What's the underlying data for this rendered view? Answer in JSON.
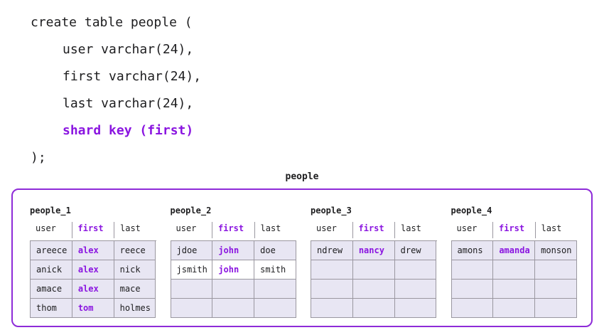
{
  "code": {
    "lines": [
      {
        "text": "create table people (",
        "indent": 0,
        "purple": false
      },
      {
        "text": "user varchar(24),",
        "indent": 1,
        "purple": false
      },
      {
        "text": "first varchar(24),",
        "indent": 1,
        "purple": false
      },
      {
        "text": "last varchar(24),",
        "indent": 1,
        "purple": false
      },
      {
        "text": "shard key (first)",
        "indent": 1,
        "purple": true
      },
      {
        "text": ");",
        "indent": 0,
        "purple": false
      }
    ]
  },
  "cluster": {
    "label": "people",
    "shard_key_column": "first",
    "columns": [
      "user",
      "first",
      "last"
    ],
    "shards": [
      {
        "name": "people_1",
        "rows": [
          {
            "cells": [
              "areece",
              "alex",
              "reece"
            ],
            "bg": "lavender"
          },
          {
            "cells": [
              "anick",
              "alex",
              "nick"
            ],
            "bg": "lavender"
          },
          {
            "cells": [
              "amace",
              "alex",
              "mace"
            ],
            "bg": "lavender"
          },
          {
            "cells": [
              "thom",
              "tom",
              "holmes"
            ],
            "bg": "lavender"
          }
        ]
      },
      {
        "name": "people_2",
        "rows": [
          {
            "cells": [
              "jdoe",
              "john",
              "doe"
            ],
            "bg": "lavender"
          },
          {
            "cells": [
              "jsmith",
              "john",
              "smith"
            ],
            "bg": "white"
          },
          {
            "cells": [
              "",
              "",
              ""
            ],
            "bg": "lavender"
          },
          {
            "cells": [
              "",
              "",
              ""
            ],
            "bg": "lavender"
          }
        ]
      },
      {
        "name": "people_3",
        "rows": [
          {
            "cells": [
              "ndrew",
              "nancy",
              "drew"
            ],
            "bg": "lavender"
          },
          {
            "cells": [
              "",
              "",
              ""
            ],
            "bg": "lavender"
          },
          {
            "cells": [
              "",
              "",
              ""
            ],
            "bg": "lavender"
          },
          {
            "cells": [
              "",
              "",
              ""
            ],
            "bg": "lavender"
          }
        ]
      },
      {
        "name": "people_4",
        "rows": [
          {
            "cells": [
              "amons",
              "amanda",
              "monson"
            ],
            "bg": "lavender"
          },
          {
            "cells": [
              "",
              "",
              ""
            ],
            "bg": "lavender"
          },
          {
            "cells": [
              "",
              "",
              ""
            ],
            "bg": "lavender"
          },
          {
            "cells": [
              "",
              "",
              ""
            ],
            "bg": "lavender"
          }
        ]
      }
    ]
  },
  "colors": {
    "purple_accent": "#8a15e0",
    "box_border_purple": "#8e2bd8",
    "cell_background": "#e8e6f3",
    "grid_line": "#9a97a0",
    "text": "#1d1d1f"
  }
}
